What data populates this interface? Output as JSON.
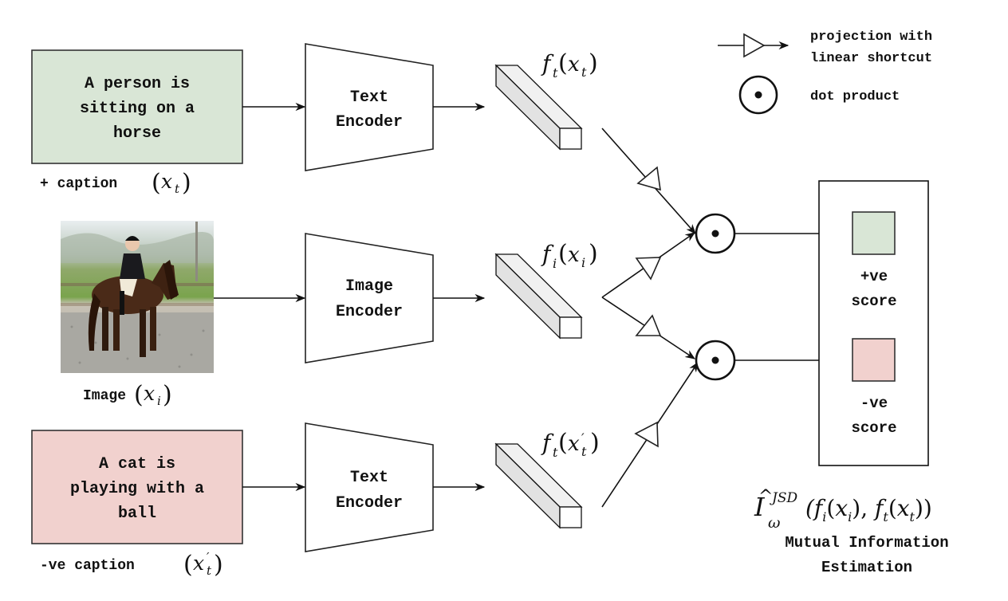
{
  "legend": {
    "projection_label_line1": "projection with",
    "projection_label_line2": "linear shortcut",
    "dot_label": "dot product",
    "projection_icon": "triangle-arrow-icon",
    "dot_icon": "circled-dot-icon"
  },
  "inputs": {
    "positive_caption": {
      "lines": [
        "A person is",
        "sitting on a",
        "horse"
      ],
      "label_text": "+ caption",
      "label_math": "x",
      "label_sub": "t",
      "fill": "#d9e6d6"
    },
    "image": {
      "label_text": "Image",
      "label_math": "x",
      "label_sub": "i",
      "description": "person riding a brown horse"
    },
    "negative_caption": {
      "lines": [
        "A cat is",
        "playing with a",
        "ball"
      ],
      "label_text": "-ve caption",
      "label_math": "x",
      "label_sub": "t",
      "label_prime": "′",
      "fill": "#f1d1ce"
    }
  },
  "encoders": {
    "text_top": [
      "Text",
      "Encoder"
    ],
    "image": [
      "Image",
      "Encoder"
    ],
    "text_bottom": [
      "Text",
      "Encoder"
    ]
  },
  "features": {
    "top": {
      "f": "f",
      "f_sub": "t",
      "x": "x",
      "x_sub": "t",
      "prime": ""
    },
    "middle": {
      "f": "f",
      "f_sub": "i",
      "x": "x",
      "x_sub": "i",
      "prime": ""
    },
    "bottom": {
      "f": "f",
      "f_sub": "t",
      "x": "x",
      "x_sub": "t",
      "prime": "′"
    }
  },
  "scores": {
    "positive": {
      "lines": [
        "+ve",
        "score"
      ],
      "fill": "#d9e6d6"
    },
    "negative": {
      "lines": [
        "-ve",
        "score"
      ],
      "fill": "#f1d1ce"
    }
  },
  "estimator": {
    "symbol": "I",
    "hat": "^",
    "superscript": "JSD",
    "subscript": "ω",
    "args": "(f",
    "title_line1": "Mutual Information",
    "title_line2": "Estimation"
  }
}
